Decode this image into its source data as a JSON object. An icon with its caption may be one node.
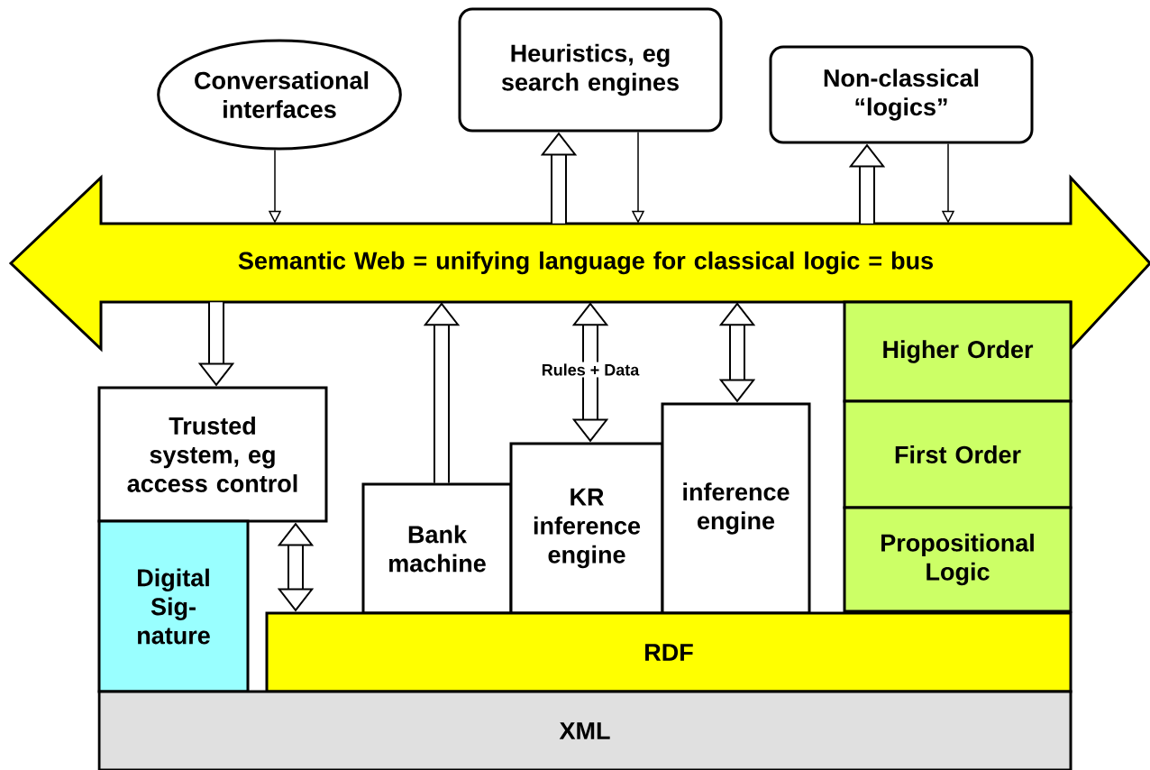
{
  "diagram": {
    "nodes": [
      {
        "text": [
          "Conversational interfaces"
        ]
      },
      {
        "text": [
          "Heuristics, eg search engines"
        ]
      },
      {
        "text": [
          "Non-classical “logics”"
        ]
      },
      {
        "text": [
          "Semantic Web = unifying language for classical logic = bus"
        ]
      },
      {
        "text": [
          "Higher Order"
        ]
      },
      {
        "text": [
          "First Order"
        ]
      },
      {
        "text": [
          "Propositional Logic"
        ]
      },
      {
        "text": [
          "Trusted system, eg access control"
        ]
      },
      {
        "text": [
          "Bank machine"
        ]
      },
      {
        "text": [
          "KR inference engine"
        ]
      },
      {
        "text": [
          "inference engine"
        ]
      },
      {
        "text": [
          "Digital Sig- nature"
        ]
      },
      {
        "text": [
          "RDF"
        ]
      },
      {
        "text": [
          "XML"
        ]
      }
    ],
    "edges": [
      {
        "from": 0,
        "to": 3,
        "arrow": "to"
      },
      {
        "from": 3,
        "to": 1,
        "arrow": "to"
      },
      {
        "from": 1,
        "to": 3,
        "arrow": "to"
      },
      {
        "from": 3,
        "to": 2,
        "arrow": "to"
      },
      {
        "from": 2,
        "to": 3,
        "arrow": "to"
      },
      {
        "from": 3,
        "to": 7,
        "arrow": "to"
      },
      {
        "from": 8,
        "to": 3,
        "arrow": "to"
      },
      {
        "from": 3,
        "to": 9,
        "arrow": "both",
        "label": "Rules + Data"
      },
      {
        "from": 3,
        "to": 10,
        "arrow": "both"
      },
      {
        "from": 7,
        "to": 12,
        "arrow": "both"
      }
    ]
  }
}
